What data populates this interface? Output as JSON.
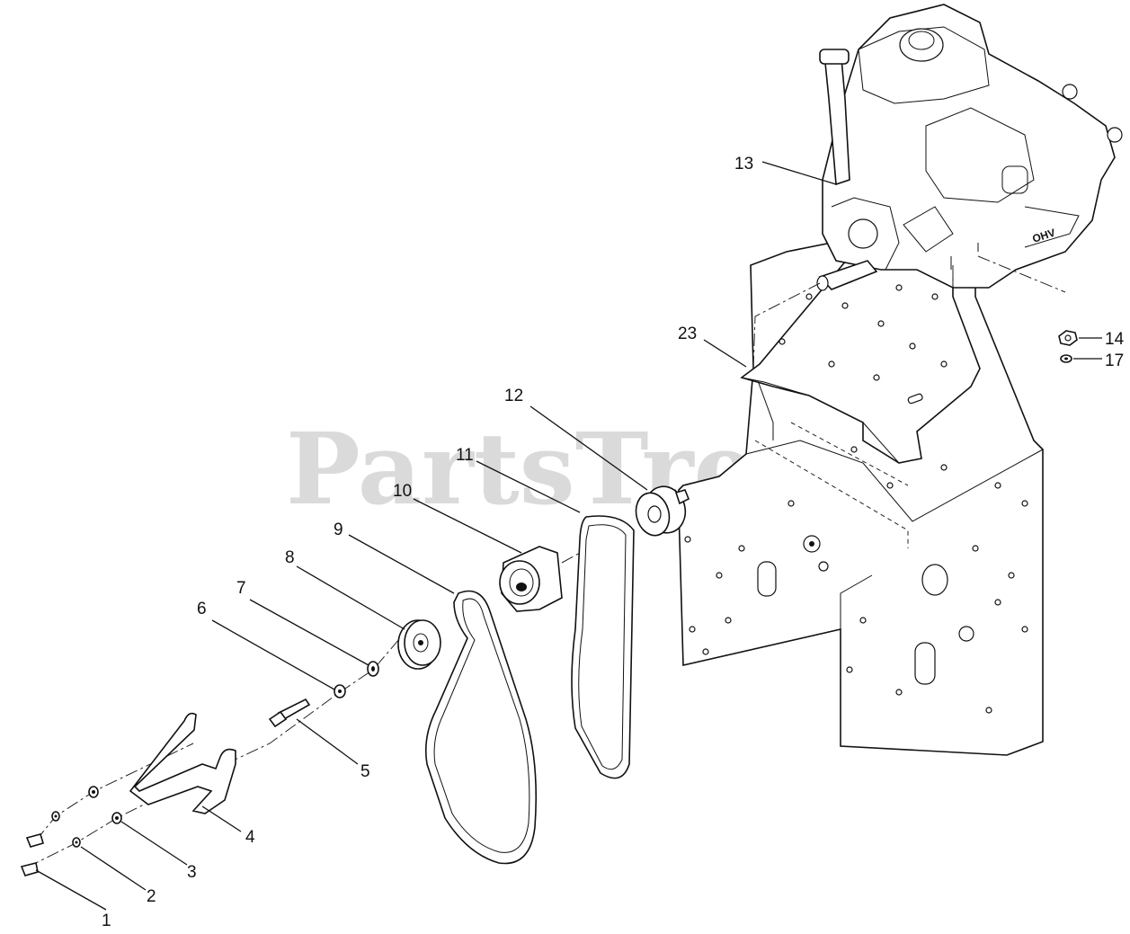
{
  "watermark": "PartsTree",
  "engine_badge": "OHV",
  "callouts": [
    {
      "label": "1"
    },
    {
      "label": "2"
    },
    {
      "label": "3"
    },
    {
      "label": "4"
    },
    {
      "label": "5"
    },
    {
      "label": "6"
    },
    {
      "label": "7"
    },
    {
      "label": "8"
    },
    {
      "label": "9"
    },
    {
      "label": "10"
    },
    {
      "label": "11"
    },
    {
      "label": "12"
    },
    {
      "label": "13"
    },
    {
      "label": "14"
    },
    {
      "label": "17"
    },
    {
      "label": "23"
    }
  ]
}
